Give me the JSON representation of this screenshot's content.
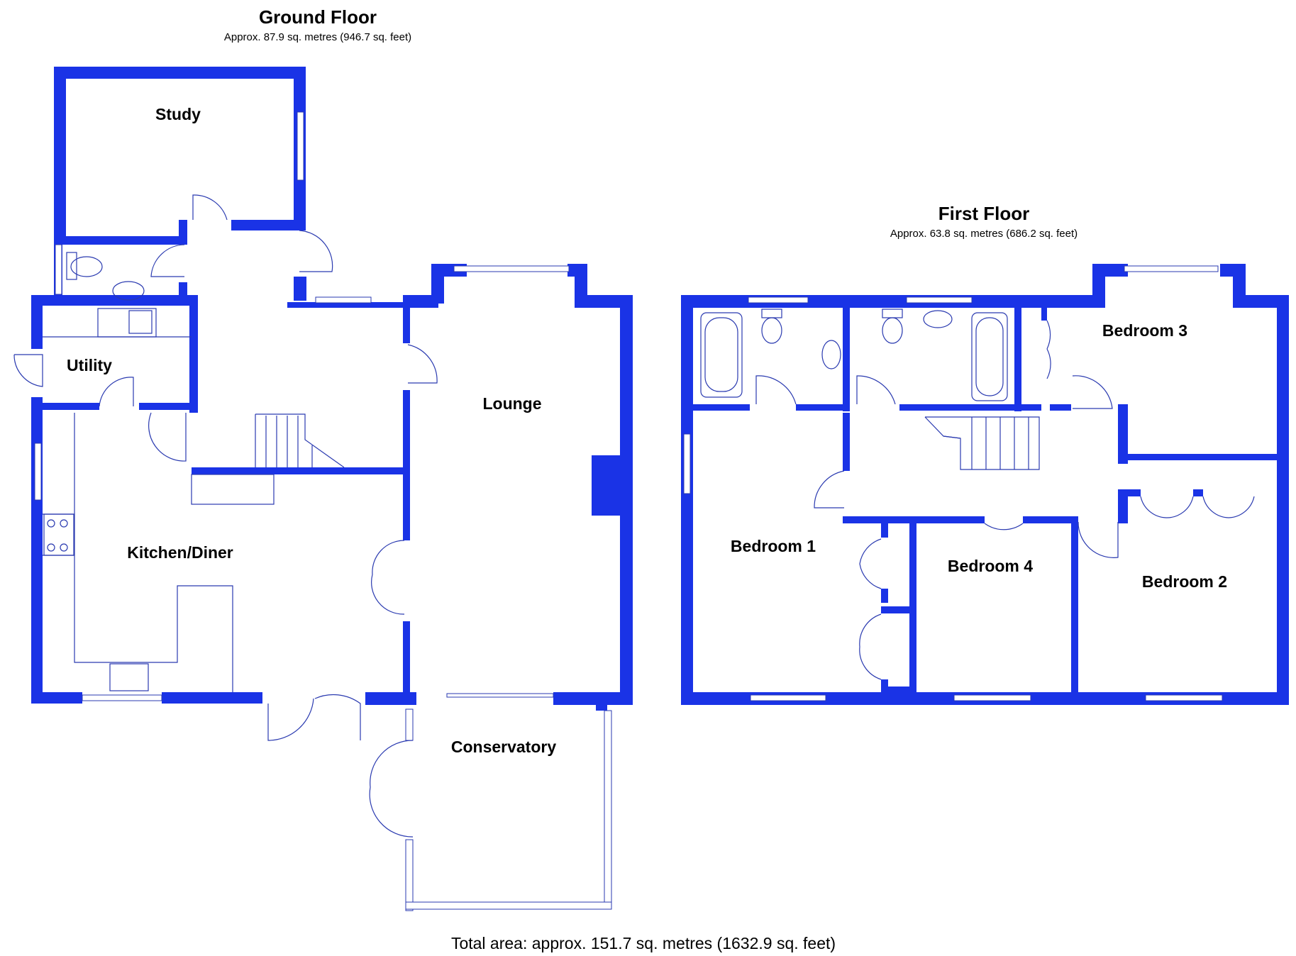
{
  "ground_floor": {
    "title": "Ground Floor",
    "area": "Approx. 87.9 sq. metres (946.7 sq. feet)",
    "rooms": {
      "study": "Study",
      "utility": "Utility",
      "kitchen_diner": "Kitchen/Diner",
      "lounge": "Lounge",
      "conservatory": "Conservatory"
    }
  },
  "first_floor": {
    "title": "First Floor",
    "area": "Approx. 63.8 sq. metres (686.2 sq. feet)",
    "rooms": {
      "bedroom_1": "Bedroom 1",
      "bedroom_2": "Bedroom 2",
      "bedroom_3": "Bedroom 3",
      "bedroom_4": "Bedroom 4"
    }
  },
  "total_area": "Total area: approx. 151.7 sq. metres (1632.9 sq. feet)",
  "colors": {
    "wall": "#1a33e6",
    "line": "#2a3ab0",
    "text": "#000000"
  }
}
